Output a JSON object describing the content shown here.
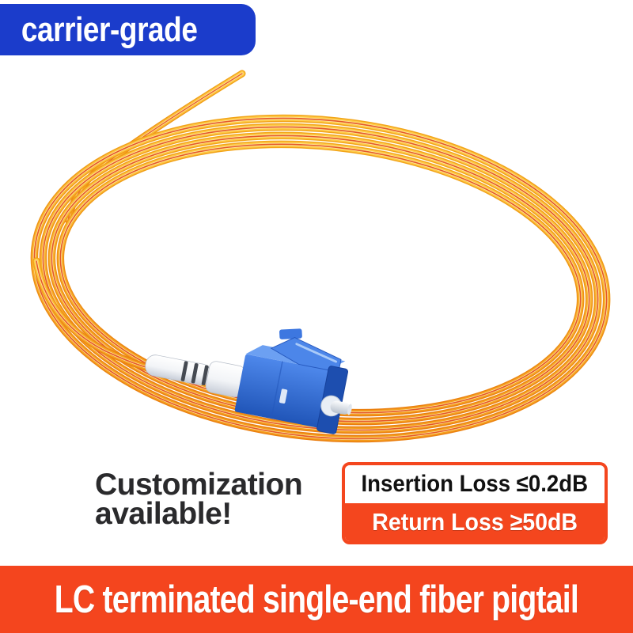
{
  "badge": {
    "label": "carrier-grade",
    "bg_color": "#1B3CCB",
    "text_color": "#FFFFFF"
  },
  "promo": {
    "line1": "Customization",
    "line2": "available!",
    "text_color": "#2A2A2C"
  },
  "spec_box": {
    "accent_color": "#F4461E",
    "rows": [
      {
        "label": "Insertion Loss ≤0.2dB",
        "style": "light"
      },
      {
        "label": "Return Loss ≥50dB",
        "style": "accent"
      }
    ]
  },
  "banner": {
    "label": "LC terminated single-end fiber pigtail",
    "bg_color": "#F4451E",
    "text_color": "#FFFFFF"
  },
  "illustration": {
    "subject": "coiled yellow single-mode fiber pigtail with blue LC connector and bare fiber end",
    "cable_color": "#F9B832",
    "cable_stripe_color": "#E2471C",
    "connector_color": "#2F6FD9",
    "boot_color": "#FFFFFF"
  }
}
